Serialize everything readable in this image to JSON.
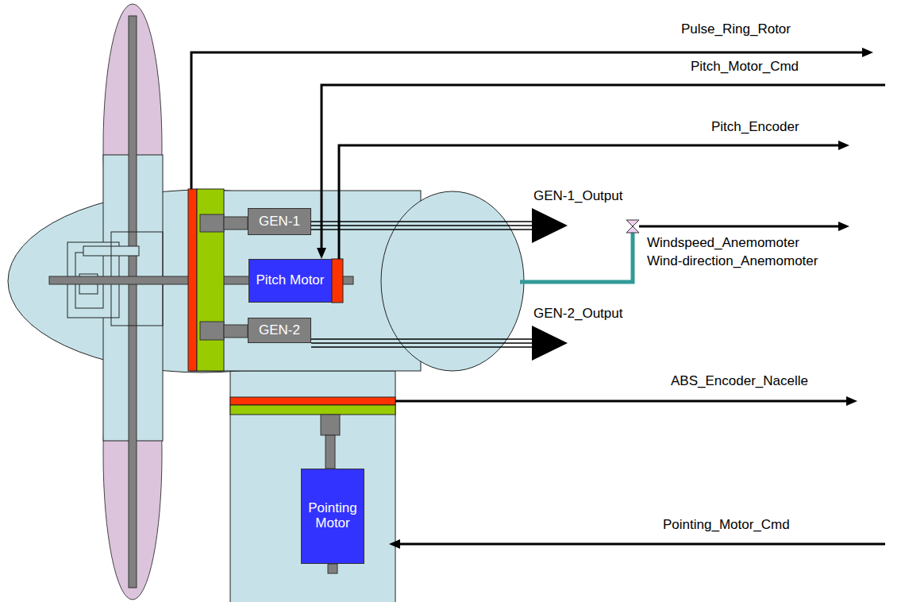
{
  "diagram": {
    "nodes": [
      {
        "text": [
          "GEN-1"
        ]
      },
      {
        "text": [
          "Pitch Motor"
        ]
      },
      {
        "text": [
          "GEN-2"
        ]
      },
      {
        "text": [
          "Pointing Motor"
        ]
      }
    ],
    "labels": [
      "Pulse_Ring_Rotor",
      "Pitch_Motor_Cmd",
      "Pitch_Encoder",
      "GEN-1_Output",
      "Windspeed_Anemomoter",
      "Wind-direction_Anemomoter",
      "GEN-2_Output",
      "ABS_Encoder_Nacelle",
      "Pointing_Motor_Cmd"
    ]
  }
}
